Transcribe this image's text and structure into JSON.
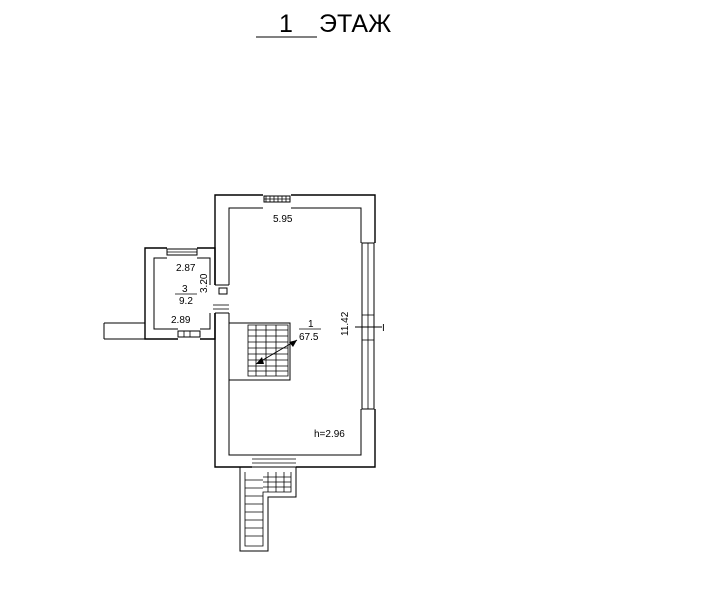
{
  "title": {
    "number": "1",
    "label": "ЭТАЖ"
  },
  "main_room": {
    "width_dim": "5.95",
    "length_dim": "11.42",
    "room_number": "1",
    "area": "67.5",
    "height": "h=2.96",
    "section_mark": "I"
  },
  "small_room": {
    "top_dim": "2.87",
    "side_dim": "3.20",
    "room_number": "3",
    "area": "9.2",
    "bottom_dim": "2.89"
  },
  "colors": {
    "ink": "#000000",
    "paper": "#ffffff"
  }
}
